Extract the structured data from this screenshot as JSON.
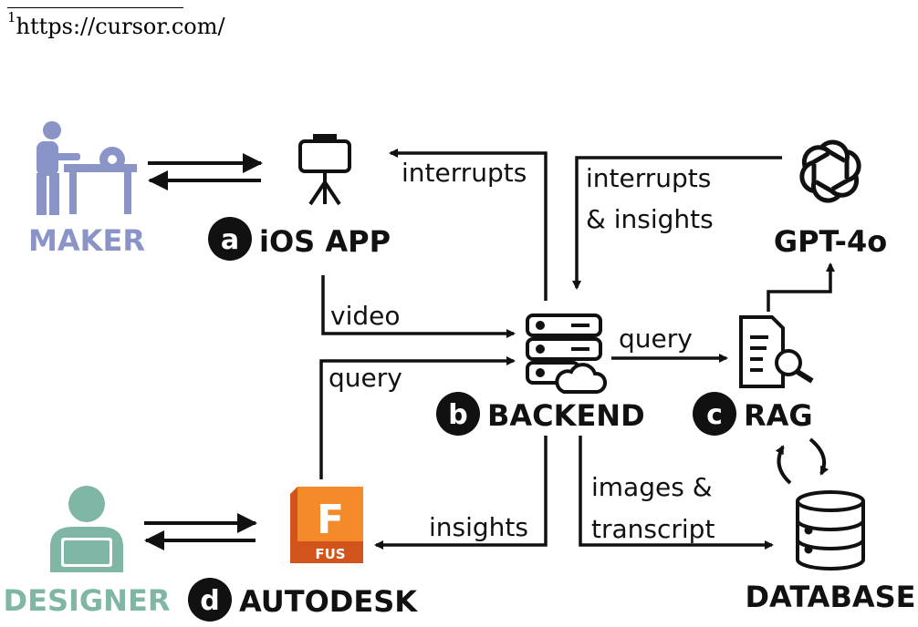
{
  "footnote": {
    "marker": "1",
    "text": "https://cursor.com/"
  },
  "nodes": {
    "maker": "MAKER",
    "ios_app": "iOS APP",
    "gpt": "GPT-4o",
    "backend": "BACKEND",
    "rag": "RAG",
    "designer": "DESIGNER",
    "autodesk": "AUTODESK",
    "database": "DATABASE",
    "fusion_logo": "F",
    "fusion_tag": "FUS"
  },
  "badges": {
    "ios_app": "a",
    "backend": "b",
    "rag": "c",
    "autodesk": "d"
  },
  "edges": {
    "interrupts": "interrupts",
    "interrupts_insights_1": "interrupts",
    "interrupts_insights_2": "& insights",
    "video": "video",
    "query_backend": "query",
    "query_rag": "query",
    "insights": "insights",
    "images_1": "images &",
    "images_2": "transcript"
  },
  "colors": {
    "maker": "#8a94c6",
    "designer": "#7fb6a5",
    "fusion_dark": "#d2541c",
    "fusion_light": "#f58a2a",
    "ink": "#111111"
  }
}
